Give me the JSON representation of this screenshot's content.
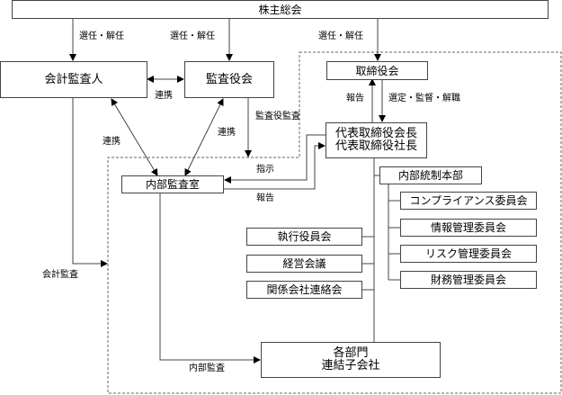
{
  "nodes": {
    "shareholders_meeting": "株主総会",
    "accounting_auditor": "会計監査人",
    "audit_board": "監査役会",
    "board_of_directors": "取締役会",
    "representative_directors": "代表取締役会長\n代表取締役社長",
    "internal_audit_office": "内部監査室",
    "internal_control_hq": "内部統制本部",
    "compliance_committee": "コンプライアンス委員会",
    "info_mgmt_committee": "情報管理委員会",
    "risk_mgmt_committee": "リスク管理委員会",
    "finance_mgmt_committee": "財務管理委員会",
    "executive_officers_meeting": "執行役員会",
    "management_meeting": "経営会議",
    "affiliates_liaison_meeting": "関係会社連絡会",
    "departments_subsidiaries": "各部門\n連結子会社"
  },
  "edge_labels": {
    "appoint_dismiss_1": "選任・解任",
    "appoint_dismiss_2": "選任・解任",
    "appoint_dismiss_3": "選任・解任",
    "cooperation_top": "連携",
    "cooperation_left": "連携",
    "cooperation_right": "連携",
    "auditor_audit": "監査役監査",
    "report_to_board": "報告",
    "select_supervise_dismiss": "選定・監督・解職",
    "instruction": "指示",
    "report_to_rep": "報告",
    "accounting_audit": "会計監査",
    "internal_audit": "内部監査"
  }
}
